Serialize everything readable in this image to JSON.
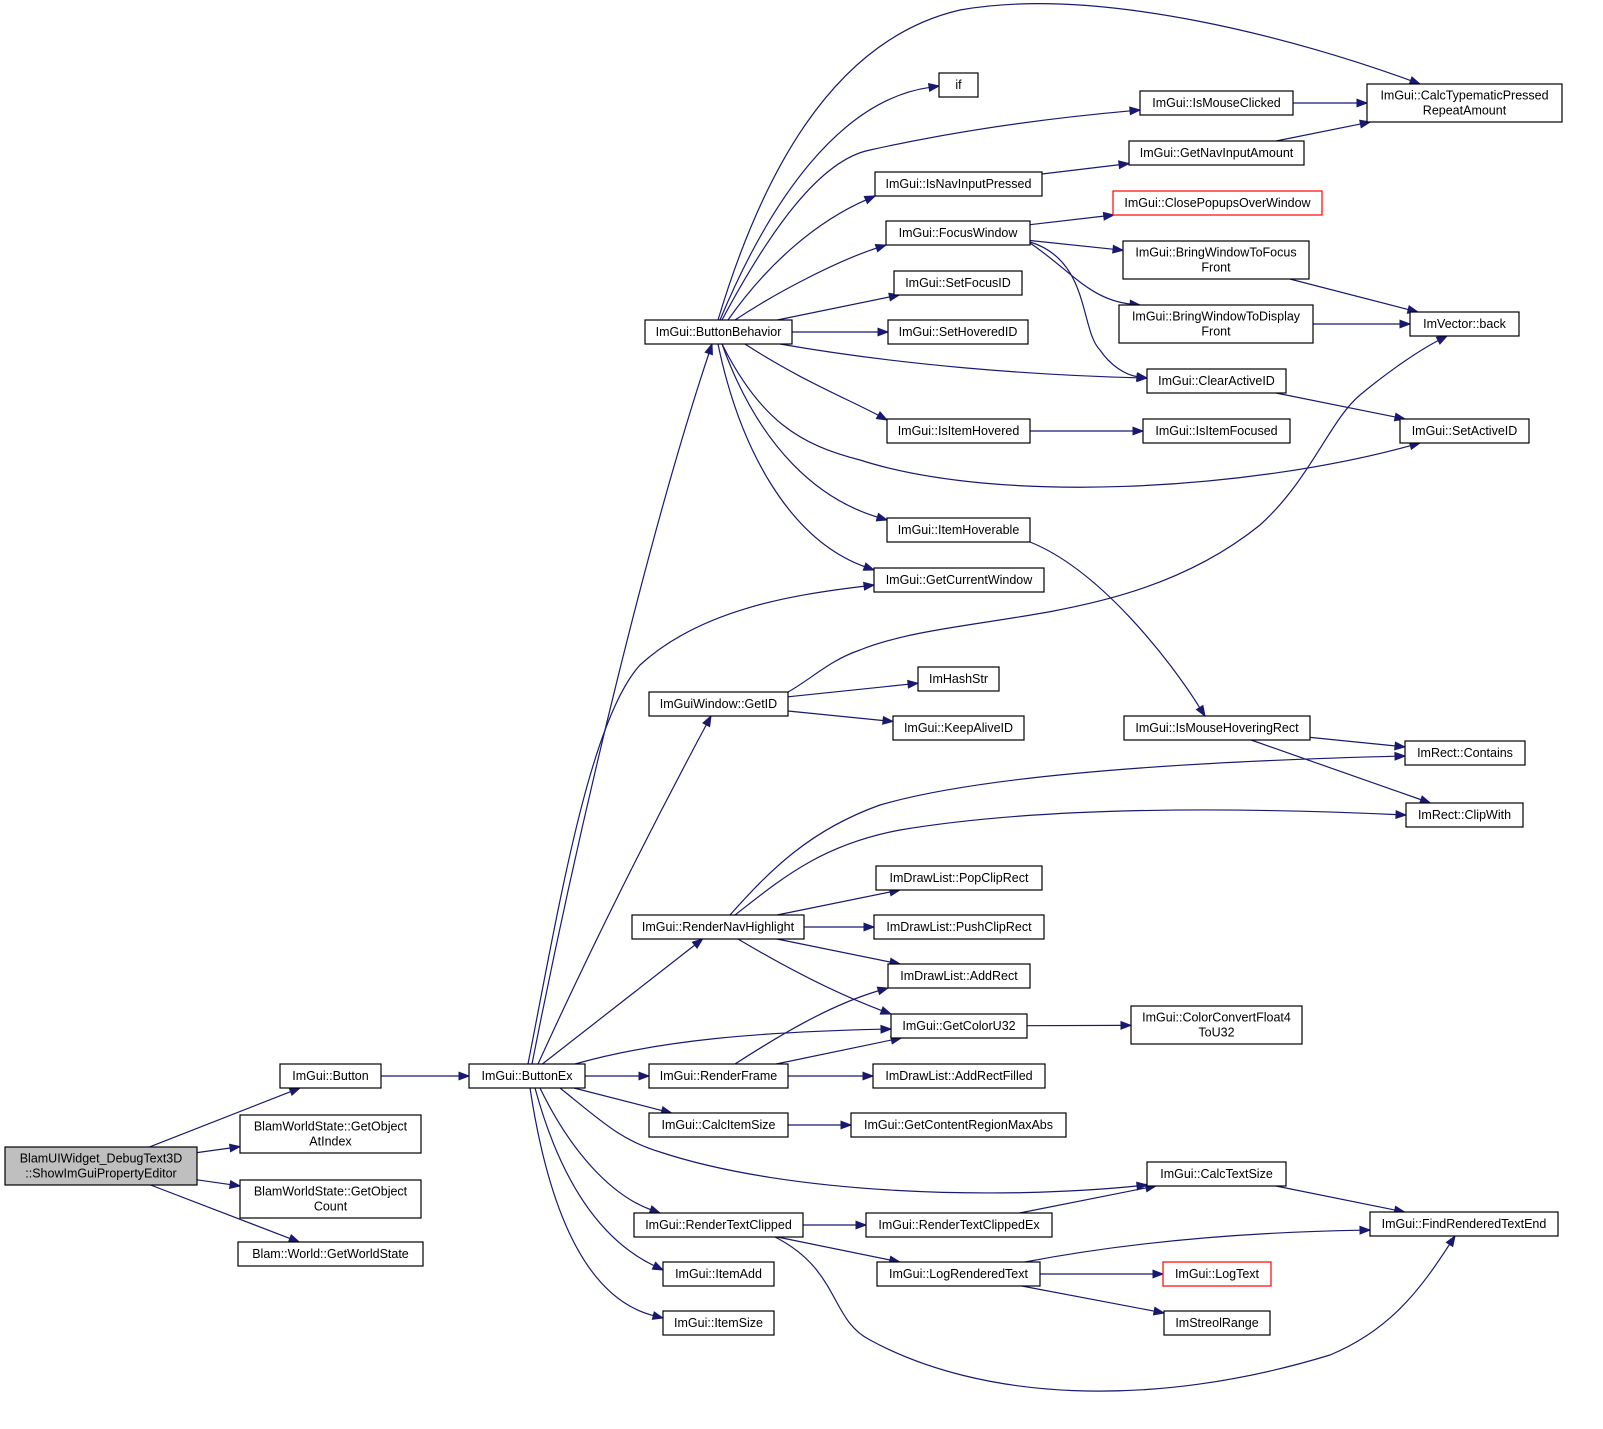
{
  "colors": {
    "edge": "#191970",
    "node_border": "#000000",
    "root_fill": "#bfbfbf",
    "truncated_border": "#ff0000"
  },
  "nodes": [
    {
      "id": "root",
      "lines": [
        "BlamUIWidget_DebugText3D",
        "::ShowImGuiPropertyEditor"
      ],
      "style": "root"
    },
    {
      "id": "button",
      "lines": [
        "ImGui::Button"
      ]
    },
    {
      "id": "getobjatindex",
      "lines": [
        "BlamWorldState::GetObject",
        "AtIndex"
      ]
    },
    {
      "id": "getobjcount",
      "lines": [
        "BlamWorldState::GetObject",
        "Count"
      ]
    },
    {
      "id": "getworldstate",
      "lines": [
        "Blam::World::GetWorldState"
      ]
    },
    {
      "id": "buttonex",
      "lines": [
        "ImGui::ButtonEx"
      ]
    },
    {
      "id": "buttonbehavior",
      "lines": [
        "ImGui::ButtonBehavior"
      ]
    },
    {
      "id": "getid",
      "lines": [
        "ImGuiWindow::GetID"
      ]
    },
    {
      "id": "rendernavhighlight",
      "lines": [
        "ImGui::RenderNavHighlight"
      ]
    },
    {
      "id": "renderframe",
      "lines": [
        "ImGui::RenderFrame"
      ]
    },
    {
      "id": "calcitemsize",
      "lines": [
        "ImGui::CalcItemSize"
      ]
    },
    {
      "id": "rendertextclipped",
      "lines": [
        "ImGui::RenderTextClipped"
      ]
    },
    {
      "id": "itemadd",
      "lines": [
        "ImGui::ItemAdd"
      ]
    },
    {
      "id": "itemsize",
      "lines": [
        "ImGui::ItemSize"
      ]
    },
    {
      "id": "if",
      "lines": [
        "if"
      ]
    },
    {
      "id": "isnavinputpressed",
      "lines": [
        "ImGui::IsNavInputPressed"
      ]
    },
    {
      "id": "focuswindow",
      "lines": [
        "ImGui::FocusWindow"
      ]
    },
    {
      "id": "setfocusid",
      "lines": [
        "ImGui::SetFocusID"
      ]
    },
    {
      "id": "sethoveredid",
      "lines": [
        "ImGui::SetHoveredID"
      ]
    },
    {
      "id": "isitemhovered",
      "lines": [
        "ImGui::IsItemHovered"
      ]
    },
    {
      "id": "itemhoverable",
      "lines": [
        "ImGui::ItemHoverable"
      ]
    },
    {
      "id": "getcurrentwindow",
      "lines": [
        "ImGui::GetCurrentWindow"
      ]
    },
    {
      "id": "imhashstr",
      "lines": [
        "ImHashStr"
      ]
    },
    {
      "id": "keepaliveid",
      "lines": [
        "ImGui::KeepAliveID"
      ]
    },
    {
      "id": "popcliprect",
      "lines": [
        "ImDrawList::PopClipRect"
      ]
    },
    {
      "id": "pushcliprect",
      "lines": [
        "ImDrawList::PushClipRect"
      ]
    },
    {
      "id": "addrect",
      "lines": [
        "ImDrawList::AddRect"
      ]
    },
    {
      "id": "getcoloru32",
      "lines": [
        "ImGui::GetColorU32"
      ]
    },
    {
      "id": "addrectfilled",
      "lines": [
        "ImDrawList::AddRectFilled"
      ]
    },
    {
      "id": "getcontentregionmaxabs",
      "lines": [
        "ImGui::GetContentRegionMaxAbs"
      ]
    },
    {
      "id": "rendertextclippedex",
      "lines": [
        "ImGui::RenderTextClippedEx"
      ]
    },
    {
      "id": "logrenderedtext",
      "lines": [
        "ImGui::LogRenderedText"
      ]
    },
    {
      "id": "ismouseclicked",
      "lines": [
        "ImGui::IsMouseClicked"
      ]
    },
    {
      "id": "getnavinputamount",
      "lines": [
        "ImGui::GetNavInputAmount"
      ]
    },
    {
      "id": "closepopupsoverwindow",
      "lines": [
        "ImGui::ClosePopupsOverWindow"
      ],
      "style": "red"
    },
    {
      "id": "bringwindowtofocusfront",
      "lines": [
        "ImGui::BringWindowToFocus",
        "Front"
      ]
    },
    {
      "id": "bringwindowtodisplayfront",
      "lines": [
        "ImGui::BringWindowToDisplay",
        "Front"
      ]
    },
    {
      "id": "clearactiveid",
      "lines": [
        "ImGui::ClearActiveID"
      ]
    },
    {
      "id": "isitemfocused",
      "lines": [
        "ImGui::IsItemFocused"
      ]
    },
    {
      "id": "ismousehoveringrect",
      "lines": [
        "ImGui::IsMouseHoveringRect"
      ]
    },
    {
      "id": "colorconvertfloat4tou32",
      "lines": [
        "ImGui::ColorConvertFloat4",
        "ToU32"
      ]
    },
    {
      "id": "calctextsize",
      "lines": [
        "ImGui::CalcTextSize"
      ]
    },
    {
      "id": "logtext",
      "lines": [
        "ImGui::LogText"
      ],
      "style": "red"
    },
    {
      "id": "imstreolrange",
      "lines": [
        "ImStreolRange"
      ]
    },
    {
      "id": "calctypematicpressedrepeatamount",
      "lines": [
        "ImGui::CalcTypematicPressed",
        "RepeatAmount"
      ]
    },
    {
      "id": "imvectorback",
      "lines": [
        "ImVector::back"
      ]
    },
    {
      "id": "setactiveid",
      "lines": [
        "ImGui::SetActiveID"
      ]
    },
    {
      "id": "imrectcontains",
      "lines": [
        "ImRect::Contains"
      ]
    },
    {
      "id": "imrectclipwith",
      "lines": [
        "ImRect::ClipWith"
      ]
    },
    {
      "id": "findrenderedtextend",
      "lines": [
        "ImGui::FindRenderedTextEnd"
      ]
    }
  ],
  "edges": [
    [
      "root",
      "button"
    ],
    [
      "root",
      "getobjatindex"
    ],
    [
      "root",
      "getobjcount"
    ],
    [
      "root",
      "getworldstate"
    ],
    [
      "button",
      "buttonex"
    ],
    [
      "buttonex",
      "buttonbehavior"
    ],
    [
      "buttonex",
      "getcurrentwindow"
    ],
    [
      "buttonex",
      "getid"
    ],
    [
      "buttonex",
      "rendernavhighlight"
    ],
    [
      "buttonex",
      "getcoloru32"
    ],
    [
      "buttonex",
      "renderframe"
    ],
    [
      "buttonex",
      "calcitemsize"
    ],
    [
      "buttonex",
      "calctextsize"
    ],
    [
      "buttonex",
      "rendertextclipped"
    ],
    [
      "buttonex",
      "itemadd"
    ],
    [
      "buttonex",
      "itemsize"
    ],
    [
      "buttonbehavior",
      "calctypematicpressedrepeatamount"
    ],
    [
      "buttonbehavior",
      "if"
    ],
    [
      "buttonbehavior",
      "ismouseclicked"
    ],
    [
      "buttonbehavior",
      "isnavinputpressed"
    ],
    [
      "buttonbehavior",
      "focuswindow"
    ],
    [
      "buttonbehavior",
      "setfocusid"
    ],
    [
      "buttonbehavior",
      "sethoveredid"
    ],
    [
      "buttonbehavior",
      "clearactiveid"
    ],
    [
      "buttonbehavior",
      "isitemhovered"
    ],
    [
      "buttonbehavior",
      "setactiveid"
    ],
    [
      "buttonbehavior",
      "itemhoverable"
    ],
    [
      "buttonbehavior",
      "getcurrentwindow"
    ],
    [
      "ismouseclicked",
      "calctypematicpressedrepeatamount"
    ],
    [
      "getnavinputamount",
      "calctypematicpressedrepeatamount"
    ],
    [
      "isnavinputpressed",
      "getnavinputamount"
    ],
    [
      "focuswindow",
      "closepopupsoverwindow"
    ],
    [
      "focuswindow",
      "bringwindowtofocusfront"
    ],
    [
      "focuswindow",
      "bringwindowtodisplayfront"
    ],
    [
      "focuswindow",
      "clearactiveid"
    ],
    [
      "bringwindowtofocusfront",
      "imvectorback"
    ],
    [
      "bringwindowtodisplayfront",
      "imvectorback"
    ],
    [
      "clearactiveid",
      "setactiveid"
    ],
    [
      "isitemhovered",
      "isitemfocused"
    ],
    [
      "itemhoverable",
      "ismousehoveringrect"
    ],
    [
      "getid",
      "imvectorback"
    ],
    [
      "getid",
      "imhashstr"
    ],
    [
      "getid",
      "keepaliveid"
    ],
    [
      "ismousehoveringrect",
      "imrectcontains"
    ],
    [
      "ismousehoveringrect",
      "imrectclipwith"
    ],
    [
      "rendernavhighlight",
      "imrectcontains"
    ],
    [
      "rendernavhighlight",
      "imrectclipwith"
    ],
    [
      "rendernavhighlight",
      "popcliprect"
    ],
    [
      "rendernavhighlight",
      "pushcliprect"
    ],
    [
      "rendernavhighlight",
      "addrect"
    ],
    [
      "rendernavhighlight",
      "getcoloru32"
    ],
    [
      "getcoloru32",
      "colorconvertfloat4tou32"
    ],
    [
      "renderframe",
      "addrectfilled"
    ],
    [
      "renderframe",
      "addrect"
    ],
    [
      "renderframe",
      "getcoloru32"
    ],
    [
      "calcitemsize",
      "getcontentregionmaxabs"
    ],
    [
      "calctextsize",
      "findrenderedtextend"
    ],
    [
      "rendertextclipped",
      "rendertextclippedex"
    ],
    [
      "rendertextclipped",
      "logrenderedtext"
    ],
    [
      "rendertextclipped",
      "findrenderedtextend"
    ],
    [
      "rendertextclippedex",
      "calctextsize"
    ],
    [
      "logrenderedtext",
      "findrenderedtextend"
    ],
    [
      "logrenderedtext",
      "logtext"
    ],
    [
      "logrenderedtext",
      "imstreolrange"
    ]
  ]
}
